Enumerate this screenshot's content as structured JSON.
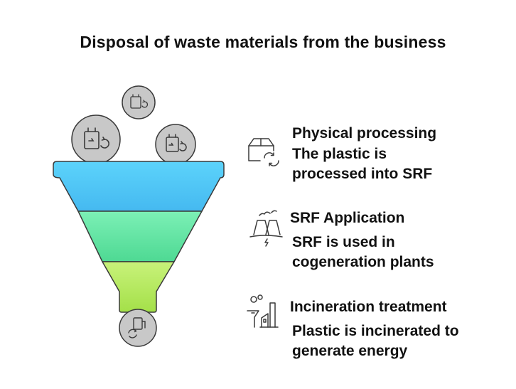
{
  "title": "Disposal of waste materials from the business",
  "colors": {
    "top_layer": "#53c8f5",
    "middle_layer": "#57e3a1",
    "bottom_layer": "#b6ec62",
    "circle_fill": "#c8c8c8",
    "stroke": "#3a3a3a"
  },
  "steps": [
    {
      "title": "Physical processing",
      "description": "The plastic is processed into SRF",
      "icon": "box-recycle-icon"
    },
    {
      "title": "SRF Application",
      "description": "SRF is used in cogeneration plants",
      "icon": "power-plant-icon"
    },
    {
      "title": "Incineration treatment",
      "description": "Plastic is incinerated to generate energy",
      "icon": "factory-icon"
    }
  ]
}
